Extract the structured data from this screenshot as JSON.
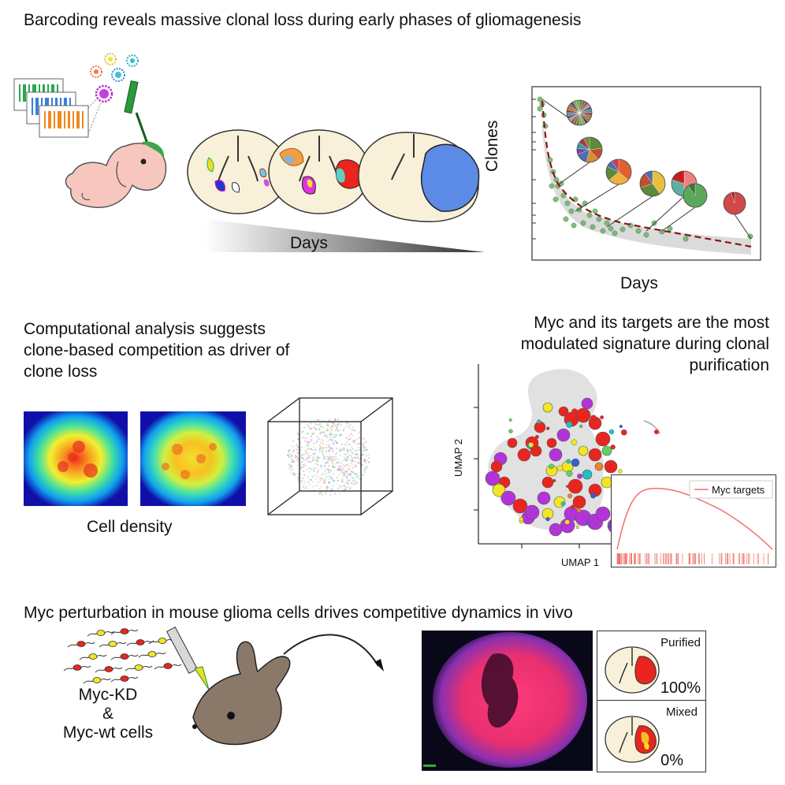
{
  "section1": {
    "title": "Barcoding reveals massive clonal loss during early phases of gliomagenesis",
    "days_arrow_label": "Days",
    "plot": {
      "ylabel": "Clones",
      "xlabel": "Days"
    }
  },
  "section2": {
    "title_lines": [
      "Computational analysis suggests",
      "clone-based competition as driver of",
      "clone loss"
    ],
    "heatmap_caption": "Cell density"
  },
  "section3": {
    "title_lines": [
      "Myc and its targets are the most",
      "modulated signature during clonal",
      "purification"
    ],
    "umap": {
      "xlabel": "UMAP 1",
      "ylabel": "UMAP 2"
    },
    "gsea_legend": "Myc targets"
  },
  "section4": {
    "title": "Myc perturbation in mouse glioma cells drives competitive dynamics in vivo",
    "cells_label": [
      "Myc-KD",
      "&",
      "Myc-wt cells"
    ],
    "panels": [
      {
        "label": "Purified",
        "percent": "100%"
      },
      {
        "label": "Mixed",
        "percent": "0%"
      }
    ]
  },
  "colors": {
    "clone_red": "#e8251f",
    "clone_purple": "#b234d9",
    "clone_yellow": "#f2e620",
    "curve_red": "#8a1414",
    "green_points": "#6bb36b",
    "brain_fill": "#f8f0d8",
    "tumor_blue": "#5b8be6",
    "mouse_brown": "#8a7868",
    "gsea_line": "#f07068"
  }
}
